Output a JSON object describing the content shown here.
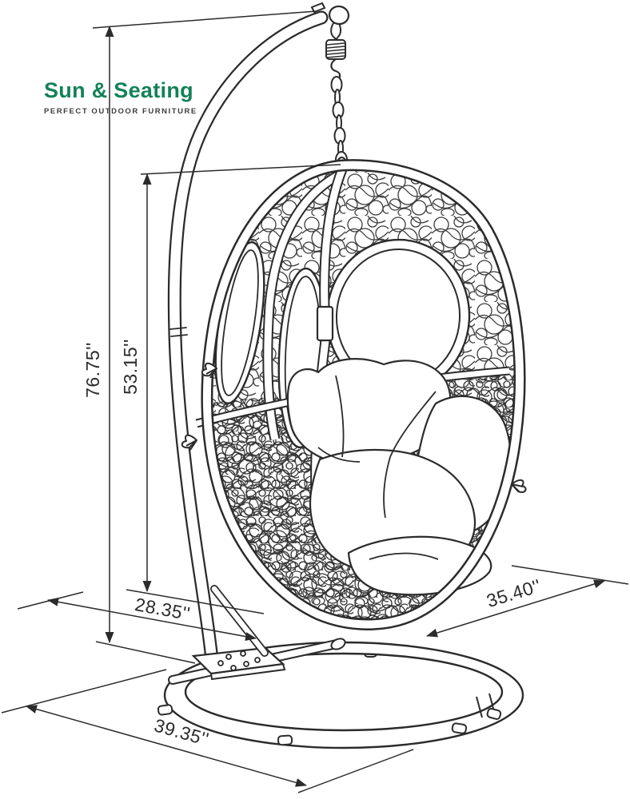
{
  "brand": {
    "name": "Sun & Seating",
    "tagline": "PERFECT OUTDOOR FURNITURE",
    "name_color": "#148257",
    "tagline_color": "#3d3d3d"
  },
  "diagram": {
    "line_color": "#2b2b2b",
    "background": "#ffffff",
    "dimensions": {
      "overall_height": "76.75''",
      "chair_height": "53.15''",
      "stand_depth": "28.35''",
      "chair_depth": "35.40''",
      "base_width": "39.35''"
    }
  }
}
